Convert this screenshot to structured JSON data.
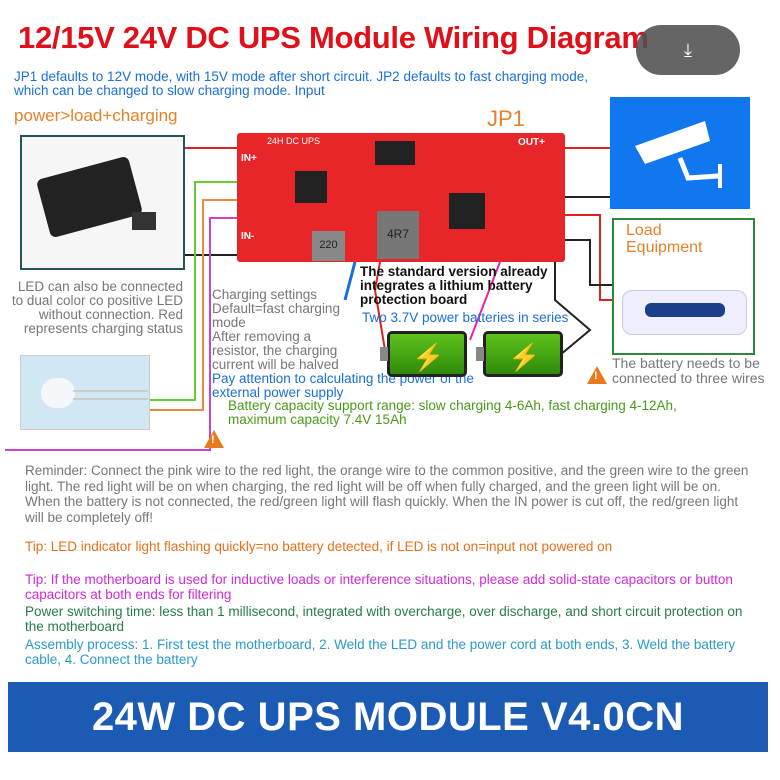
{
  "title": "12/15V 24V DC UPS Module Wiring Diagram",
  "intro": "JP1 defaults to 12V mode, with 15V mode after short circuit. JP2 defaults to fast charging mode, which can be changed to slow charging mode. Input",
  "power_flow": "power>load+charging",
  "jp1_label": "JP1",
  "board": {
    "label": "24H DC UPS",
    "in_plus": "IN+",
    "in_minus": "IN-",
    "out_plus": "OUT+",
    "inductor1": "220",
    "inductor2": "4R7"
  },
  "load_equipment": "Load Equipment",
  "led_note": "LED can also be connected to dual color co positive LED without connection. Red represents charging status",
  "charging_settings": [
    "Charging settings",
    "Default=fast charging mode",
    "After removing a resistor, the charging current will be halved"
  ],
  "power_supply_note": "Pay attention to calculating the power of the external power supply",
  "standard_version": "The standard version already integrates a lithium battery protection board",
  "batteries_note": "Two 3.7V power batteries in series",
  "battery_wires": "The battery needs to be connected to three wires",
  "capacity": "Battery capacity support range: slow charging 4-6Ah, fast charging 4-12Ah, maximum capacity 7.4V 15Ah",
  "reminder": "Reminder: Connect the pink wire to the red light, the orange wire to the common positive, and the green wire to the green light. The red light will be on when charging, the red light will be off when fully charged, and the green light will be on. When the battery is not connected, the red/green light will flash quickly. When the IN power is cut off, the red/green light will be completely off!",
  "tip_led": "Tip: LED indicator light flashing quickly=no battery detected, if LED is not on=input not powered on",
  "tip_capacitor": "Tip: If the motherboard is used for inductive loads or interference situations, please add solid-state capacitors or button capacitors at both ends for filtering",
  "switching": "Power switching time: less than 1 millisecond, integrated with overcharge, over discharge, and short circuit protection on the motherboard",
  "assembly": "Assembly process: 1. First test the motherboard, 2. Weld the LED and the power cord at both ends, 3. Weld the battery cable, 4. Connect the battery",
  "banner": "24W DC UPS MODULE V4.0CN",
  "colors": {
    "title": "#e0101a",
    "banner": "#1c5bb4",
    "board": "#e8262a",
    "camera_bg": "#1177ee"
  }
}
